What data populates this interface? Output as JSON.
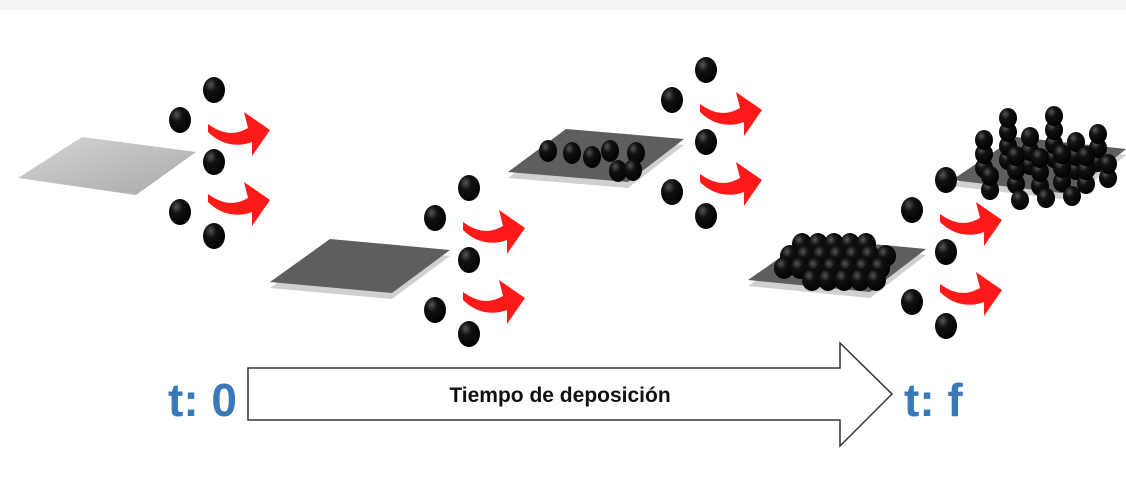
{
  "timeline": {
    "start_label": "t: 0",
    "end_label": "t: f",
    "arrow_text": "Tiempo de deposición",
    "label_color": "#3a78b8"
  },
  "colors": {
    "particle": "#000000",
    "flow_arrow": "#ff1a1a",
    "substrate_light": "#c4c4c4",
    "substrate_dark": "#5e5e5e"
  },
  "stages": [
    {
      "name": "stage-1",
      "coverage": "empty"
    },
    {
      "name": "stage-2",
      "coverage": "empty"
    },
    {
      "name": "stage-3",
      "coverage": "sparse"
    },
    {
      "name": "stage-4",
      "coverage": "monolayer"
    },
    {
      "name": "stage-5",
      "coverage": "columns"
    }
  ]
}
